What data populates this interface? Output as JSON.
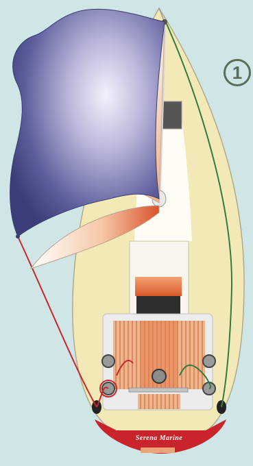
{
  "diagram": {
    "step_number": "1",
    "boat_name": "Serena Marine"
  },
  "colors": {
    "background": "#cfe5e6",
    "deck": "#f3e9b7",
    "spinnaker": "#4b4f8f",
    "sheet_red": "#c8262d",
    "sheet_green": "#2f7d3c",
    "hull_stripe": "#c9242c",
    "teak": "#e8a77a"
  },
  "labels": {
    "spinnaker": "spinnaker-sail",
    "mainsail": "mainsail",
    "boom": "boom",
    "cockpit": "cockpit",
    "winches": "winches"
  }
}
